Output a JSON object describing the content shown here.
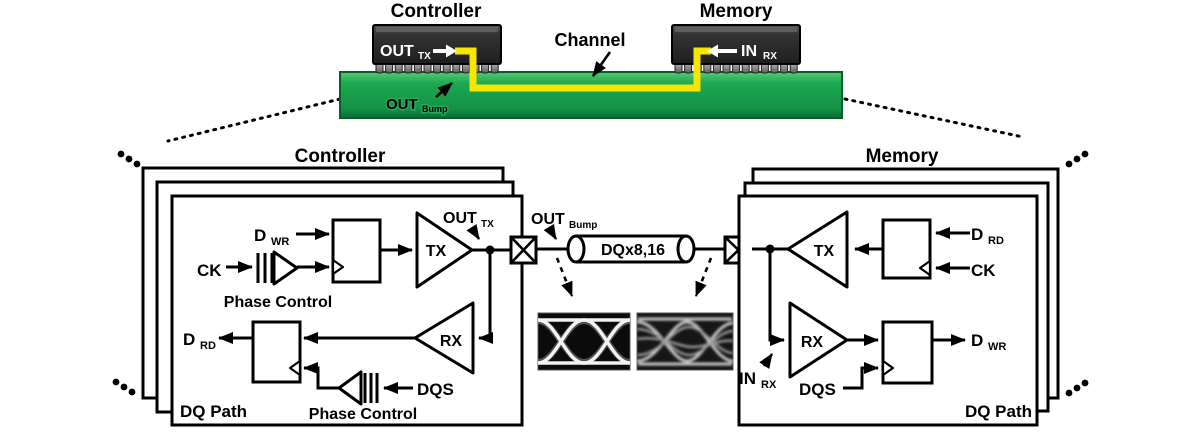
{
  "top": {
    "controller_title": "Controller",
    "memory_title": "Memory",
    "channel_label": "Channel",
    "out_tx": {
      "main": "OUT",
      "sub": "TX"
    },
    "in_rx": {
      "main": "IN",
      "sub": "RX"
    },
    "out_bump": {
      "main": "OUT",
      "sub": "Bump"
    }
  },
  "controller": {
    "title": "Controller",
    "d_wr": {
      "main": "D",
      "sub": "WR"
    },
    "ck": "CK",
    "phase_control_top": "Phase Control",
    "tx": "TX",
    "out_tx": {
      "main": "OUT",
      "sub": "TX"
    },
    "rx": "RX",
    "d_rd": {
      "main": "D",
      "sub": "RD"
    },
    "dqs": "DQS",
    "phase_control_bottom": "Phase Control",
    "dq_path": "DQ Path"
  },
  "channel": {
    "out_bump": {
      "main": "OUT",
      "sub": "Bump"
    },
    "bus_label": "DQx8,16"
  },
  "memory": {
    "title": "Memory",
    "tx": "TX",
    "d_rd": {
      "main": "D",
      "sub": "RD"
    },
    "ck": "CK",
    "rx": "RX",
    "in_rx": {
      "main": "IN",
      "sub": "RX"
    },
    "dqs": "DQS",
    "d_wr": {
      "main": "D",
      "sub": "WR"
    },
    "dq_path": "DQ Path"
  },
  "colors": {
    "pcb_green": "#18a24d",
    "trace_yellow": "#f8e600",
    "chip_body": "#303030",
    "line_black": "#000000",
    "background": "#ffffff"
  }
}
